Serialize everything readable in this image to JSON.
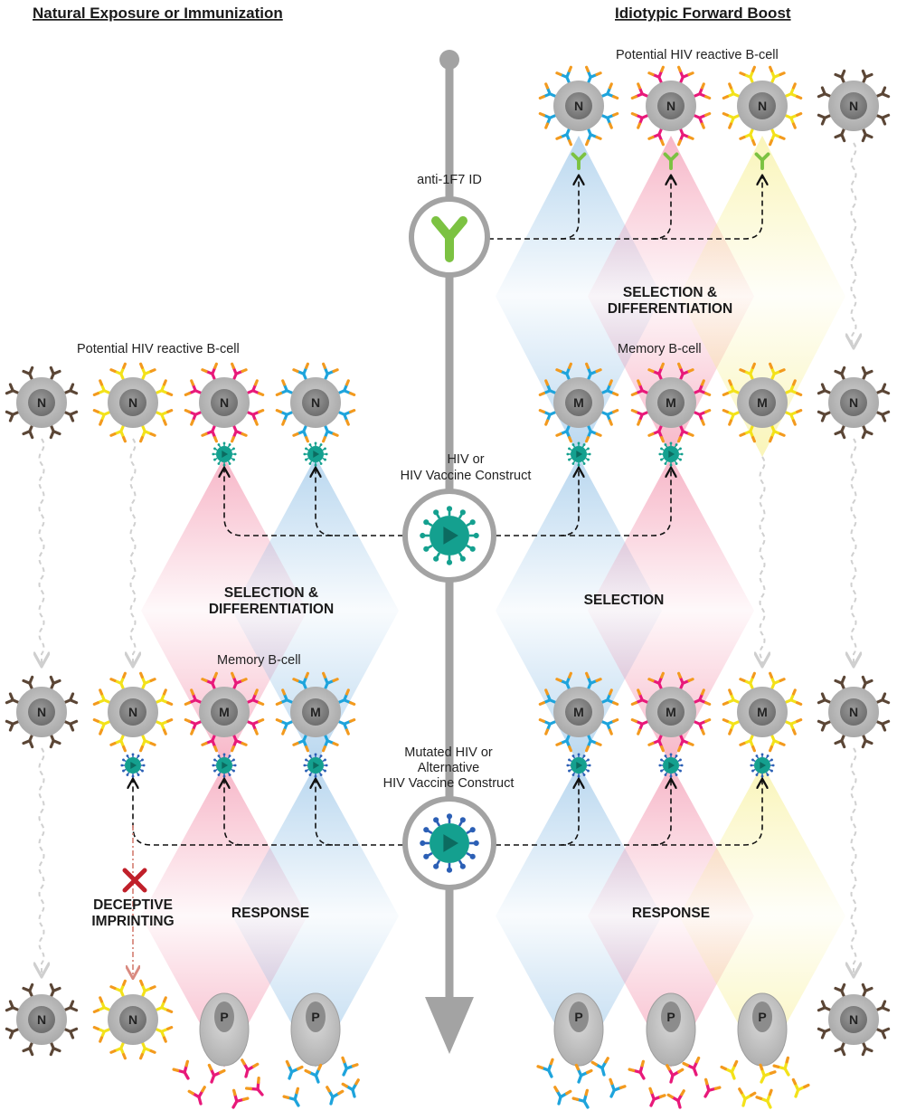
{
  "headers": {
    "left": "Natural Exposure or Immunization",
    "right": "Idiotypic Forward Boost"
  },
  "labels": {
    "potential_left": "Potential HIV reactive B-cell",
    "potential_right": "Potential HIV reactive B-cell",
    "anti_id": "anti-1F7 ID",
    "hiv_line1": "HIV or",
    "hiv_line2": "HIV Vaccine Construct",
    "mutated_line1": "Mutated HIV or",
    "mutated_line2": "Alternative",
    "mutated_line3": "HIV Vaccine Construct",
    "memory_left": "Memory B-cell",
    "memory_right": "Memory B-cell",
    "sel_diff_left_1": "SELECTION &",
    "sel_diff_left_2": "DIFFERENTIATION",
    "sel_diff_right_1": "SELECTION &",
    "sel_diff_right_2": "DIFFERENTIATION",
    "selection": "SELECTION",
    "response_left": "RESPONSE",
    "response_right": "RESPONSE",
    "deceptive_1": "DECEPTIVE",
    "deceptive_2": "IMPRINTING"
  },
  "cell_letters": {
    "naive": "N",
    "memory": "M",
    "plasma": "P"
  },
  "colors": {
    "pink": "#e8197a",
    "blue": "#1ea4dc",
    "yellow": "#f3e21a",
    "orange": "#f39a1e",
    "brown": "#5b4636",
    "green": "#7cc242",
    "virus_teal": "#14a08f",
    "virus_blue": "#2b5fb5",
    "cross_red": "#c0202a"
  },
  "icons": [
    "b-cell-icon",
    "plasma-cell-icon",
    "antibody-icon",
    "virus-icon",
    "anti-idiotype-antibody-icon",
    "cross-icon"
  ]
}
